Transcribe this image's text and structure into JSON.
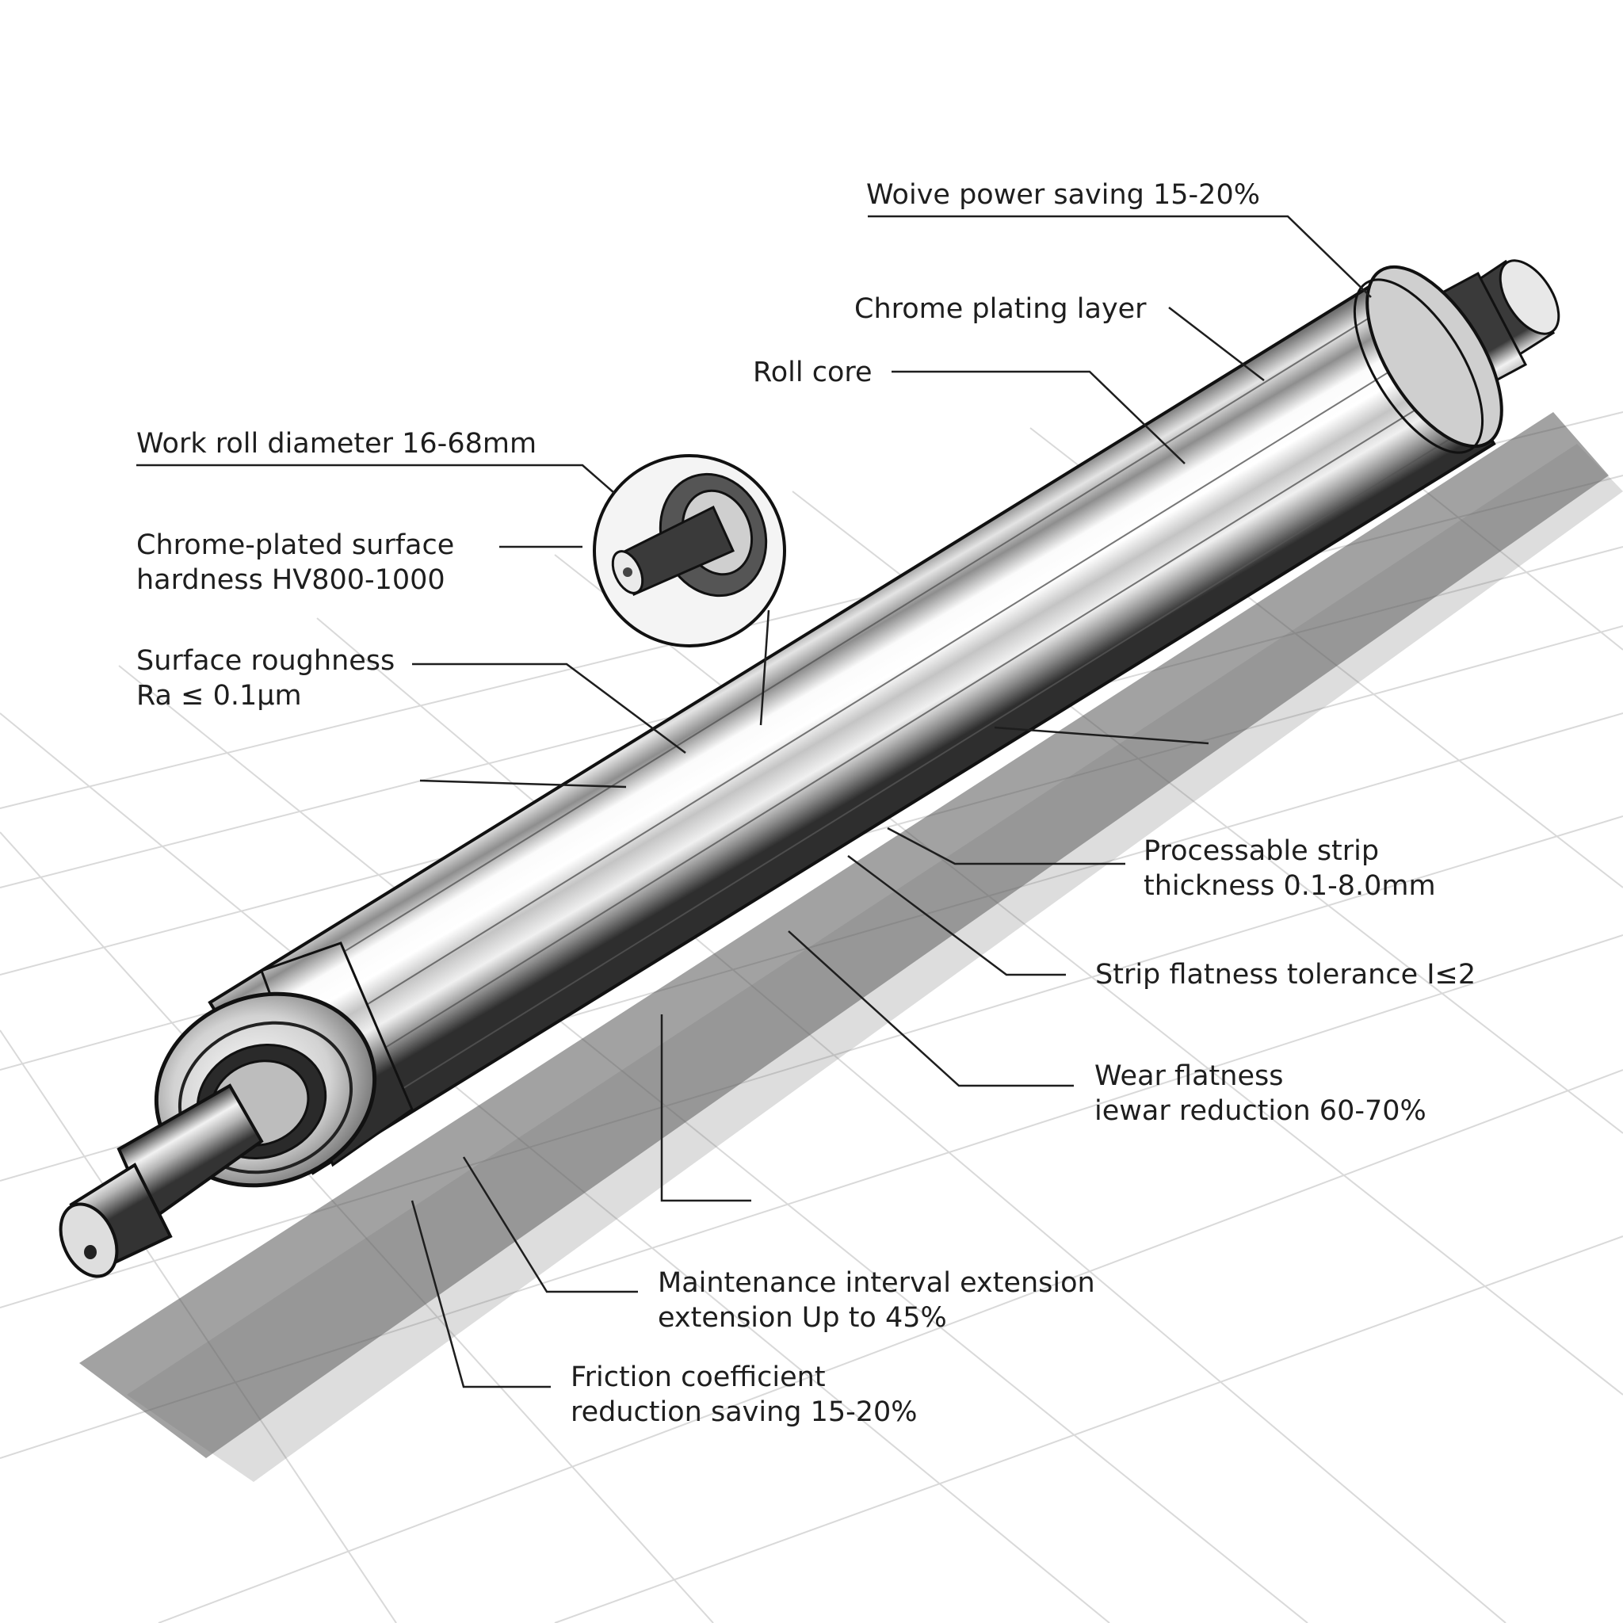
{
  "colors": {
    "background": "#ffffff",
    "ink": "#1e1e1e",
    "grid": "#d6d6d6",
    "steel_light": "#f7f7f7",
    "steel_mid": "#9a9a9a",
    "steel_dark": "#2a2a2a"
  },
  "callouts": {
    "power_saving": {
      "lines": [
        "Woive power saving 15-20%"
      ]
    },
    "chrome_layer": {
      "lines": [
        "Chrome plating layer"
      ]
    },
    "roll_core": {
      "lines": [
        "Roll core"
      ]
    },
    "diameter": {
      "lines": [
        "Work roll diameter 16-68mm"
      ]
    },
    "hardness": {
      "lines": [
        "Chrome-plated surface",
        "hardness HV800-1000"
      ]
    },
    "roughness": {
      "lines": [
        "Surface roughness",
        "Ra ≤ 0.1μm"
      ]
    },
    "strip_thickness": {
      "lines": [
        "Processable strip",
        "thickness 0.1-8.0mm"
      ]
    },
    "flatness_tolerance": {
      "lines": [
        "Strip flatness tolerance I≤2"
      ]
    },
    "wear": {
      "lines": [
        "Wear flatness",
        "iewar reduction 60-70%"
      ]
    },
    "maintenance": {
      "lines": [
        "Maintenance interval extension",
        "extension Up to 45%"
      ]
    },
    "friction": {
      "lines": [
        "Friction coefficient",
        "reduction saving 15-20%"
      ]
    }
  }
}
